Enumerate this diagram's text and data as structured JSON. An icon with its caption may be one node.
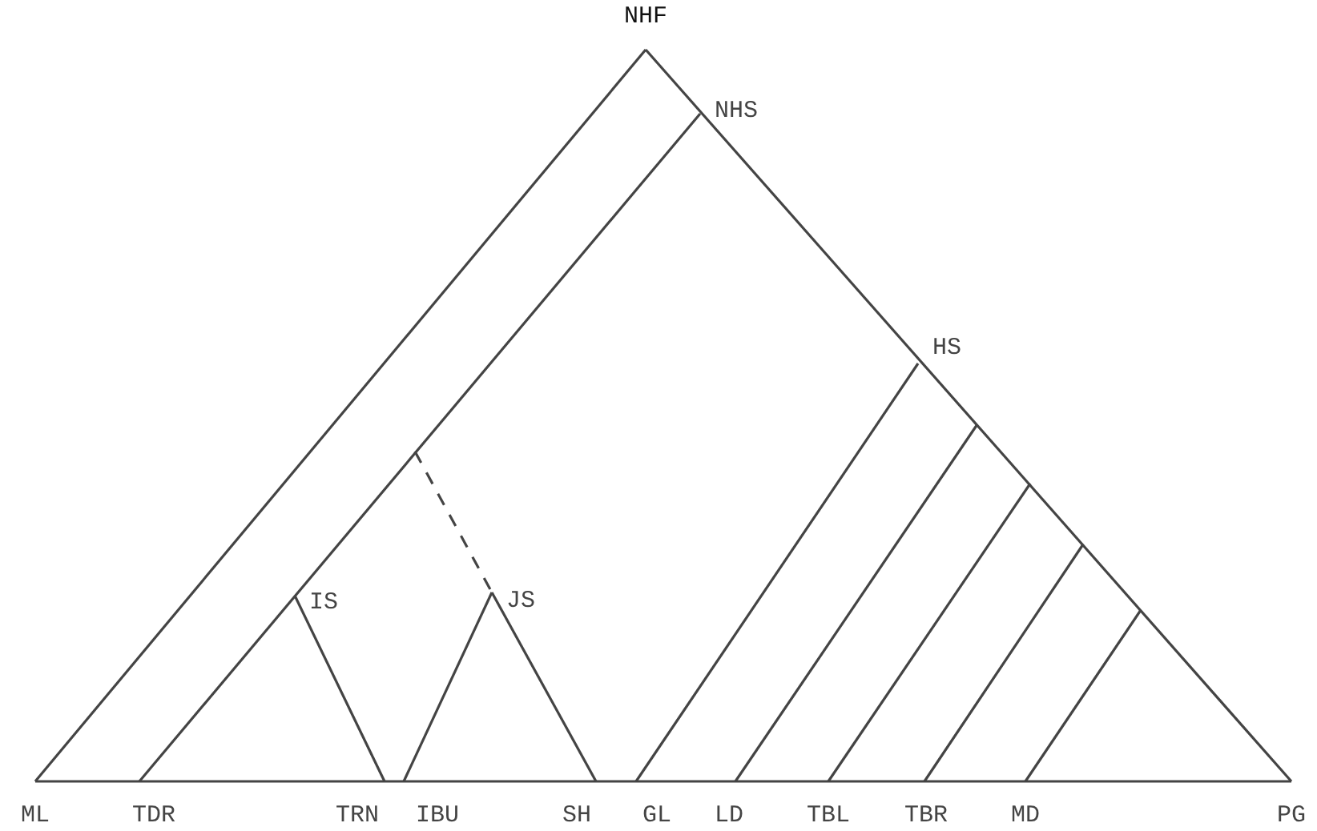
{
  "diagram": {
    "nodes": [
      {
        "text": [
          "NHF"
        ]
      },
      {
        "text": [
          "NHS"
        ]
      },
      {
        "text": [
          "HS"
        ]
      },
      {
        "text": [
          "IS"
        ]
      },
      {
        "text": [
          "JS"
        ]
      },
      {
        "text": [
          "ML"
        ]
      },
      {
        "text": [
          "TDR"
        ]
      },
      {
        "text": [
          "TRN"
        ]
      },
      {
        "text": [
          "IBU"
        ]
      },
      {
        "text": [
          "SH"
        ]
      },
      {
        "text": [
          "GL"
        ]
      },
      {
        "text": [
          "LD"
        ]
      },
      {
        "text": [
          "TBL"
        ]
      },
      {
        "text": [
          "TBR"
        ]
      },
      {
        "text": [
          "MD"
        ]
      },
      {
        "text": [
          "PG"
        ]
      }
    ],
    "edges": [
      {
        "from": 0,
        "to": 5,
        "arrow": "none"
      },
      {
        "from": 0,
        "to": 15,
        "arrow": "none"
      },
      {
        "from": 5,
        "to": 15,
        "arrow": "none"
      },
      {
        "from": 1,
        "to": 6,
        "arrow": "none"
      },
      {
        "from": 3,
        "to": 7,
        "arrow": "none"
      },
      {
        "from": null,
        "to": 4,
        "arrow": "none",
        "style": "dashed"
      },
      {
        "from": 4,
        "to": 8,
        "arrow": "none"
      },
      {
        "from": 4,
        "to": 9,
        "arrow": "none"
      },
      {
        "from": 2,
        "to": 10,
        "arrow": "none"
      },
      {
        "from": null,
        "to": 11,
        "arrow": "none"
      },
      {
        "from": null,
        "to": 12,
        "arrow": "none"
      },
      {
        "from": null,
        "to": 13,
        "arrow": "none"
      },
      {
        "from": null,
        "to": 14,
        "arrow": "none"
      }
    ]
  }
}
